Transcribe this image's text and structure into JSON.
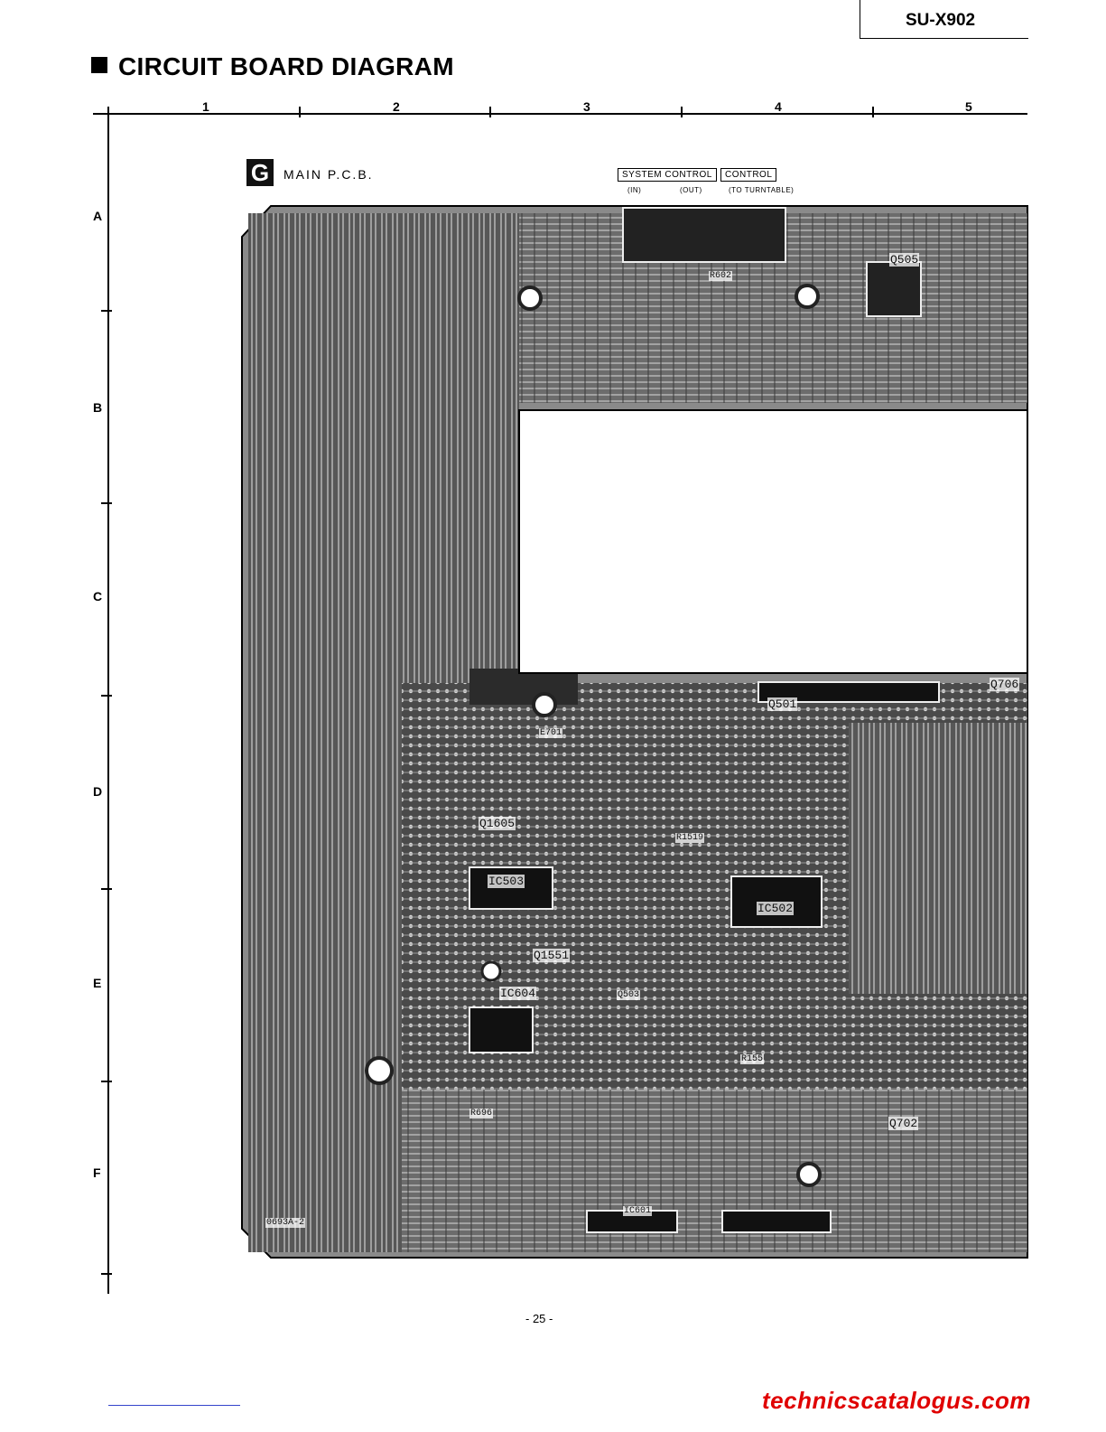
{
  "header": {
    "model": "SU-X902",
    "title": "CIRCUIT BOARD DIAGRAM"
  },
  "grid": {
    "columns": [
      "1",
      "2",
      "3",
      "4",
      "5"
    ],
    "rows": [
      "A",
      "B",
      "C",
      "D",
      "E",
      "F"
    ]
  },
  "board": {
    "badge": "G",
    "name": "MAIN P.C.B.",
    "jacks": {
      "system_control": "SYSTEM CONTROL",
      "control": "CONTROL",
      "in_label": "(IN)",
      "out_label": "(OUT)",
      "turntable_label": "(TO TURNTABLE)"
    },
    "part_number": "0693A-2",
    "components": {
      "q505": "Q505",
      "q706": "Q706",
      "q501": "Q501",
      "q1605": "Q1605",
      "q702": "Q702",
      "ic604": "IC604",
      "ic502": "IC502",
      "ic503": "IC503",
      "ic601": "IC601",
      "r602": "R602",
      "r696": "R696",
      "e701": "E701",
      "q1551": "Q1551",
      "q503": "Q503",
      "r1519": "R1519",
      "r155": "R155"
    }
  },
  "footer": {
    "page_number": "- 25 -",
    "site": "technicscatalogus.com"
  }
}
